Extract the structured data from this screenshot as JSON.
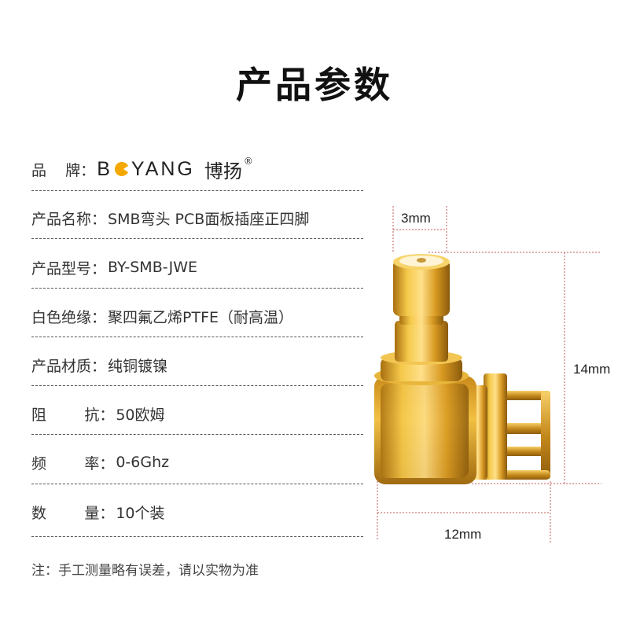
{
  "title": "产品参数",
  "brand": {
    "label": "品    牌",
    "colon": "：",
    "logo_prefix": "B",
    "logo_suffix": "YANG",
    "name_cn": "博扬",
    "registered": "®",
    "accent_color": "#f5a800"
  },
  "specs": [
    {
      "label": "产品名称",
      "value": "SMB弯头  PCB面板插座正四脚"
    },
    {
      "label": "产品型号",
      "value": "BY-SMB-JWE"
    },
    {
      "label": "白色绝缘",
      "value": "聚四氟乙烯PTFE（耐高温）"
    },
    {
      "label": "产品材质",
      "value": "纯铜镀镍"
    },
    {
      "label": "阻        抗",
      "value": "50欧姆"
    },
    {
      "label": "频        率",
      "value": "0-6Ghz"
    },
    {
      "label": "数        量",
      "value": "10个装"
    }
  ],
  "colon": "：",
  "note": "注：手工测量略有误差，请以实物为准",
  "dimensions": {
    "pin_width": "3mm",
    "height": "14mm",
    "width": "12mm"
  },
  "product_color": "#e0a92a"
}
